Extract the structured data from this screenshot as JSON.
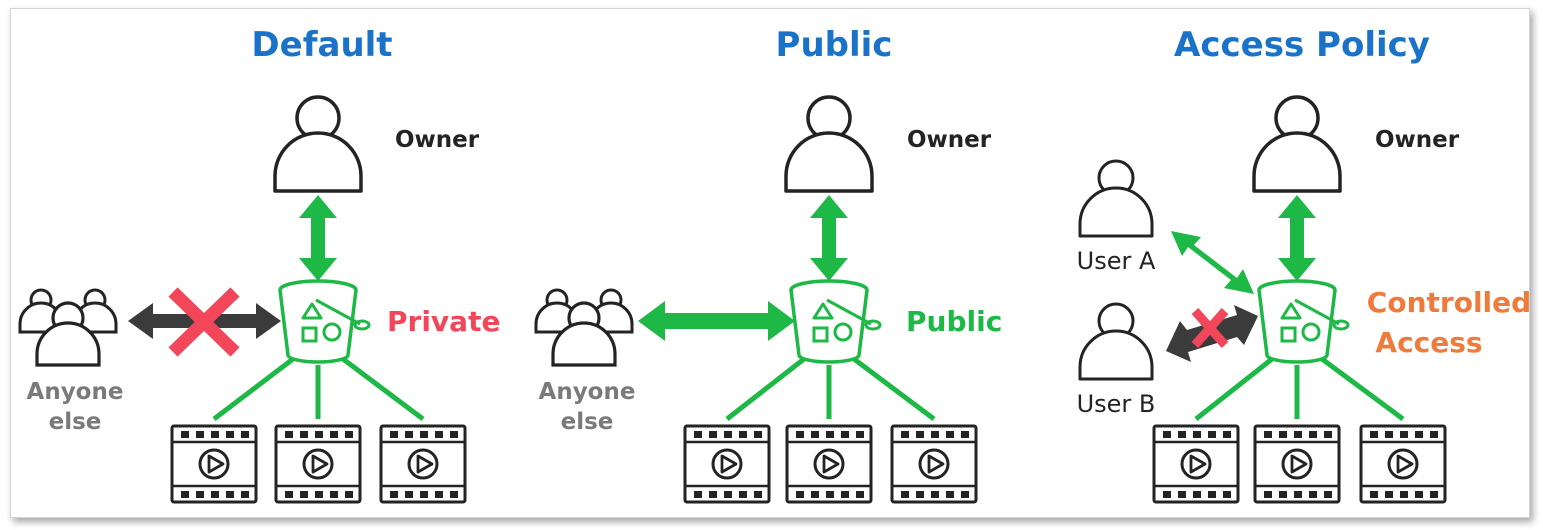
{
  "colors": {
    "title_blue": "#1a73c8",
    "allow_green": "#1db845",
    "deny_red": "#f2475a",
    "blocked_arrow": "#3b3b3b",
    "controlled_orange": "#ee7b3c",
    "outline": "#232323",
    "muted_text": "#7a7a7a"
  },
  "panels": [
    {
      "title": "Default",
      "owner_label": "Owner",
      "others_label_line1": "Anyone",
      "others_label_line2": "else",
      "status_label": "Private",
      "status_color": "#f2475a",
      "others_access": "denied"
    },
    {
      "title": "Public",
      "owner_label": "Owner",
      "others_label_line1": "Anyone",
      "others_label_line2": "else",
      "status_label": "Public",
      "status_color": "#1db845",
      "others_access": "allowed"
    },
    {
      "title": "Access Policy",
      "owner_label": "Owner",
      "user_a_label": "User A",
      "user_b_label": "User B",
      "status_label_line1": "Controlled",
      "status_label_line2": "Access",
      "status_color": "#ee7b3c",
      "user_a_access": "allowed",
      "user_b_access": "denied"
    }
  ],
  "icons": {
    "owner": "user-icon",
    "others": "users-group-icon",
    "bucket": "bucket-icon",
    "object": "video-file-icon",
    "deny": "x-mark-icon"
  }
}
